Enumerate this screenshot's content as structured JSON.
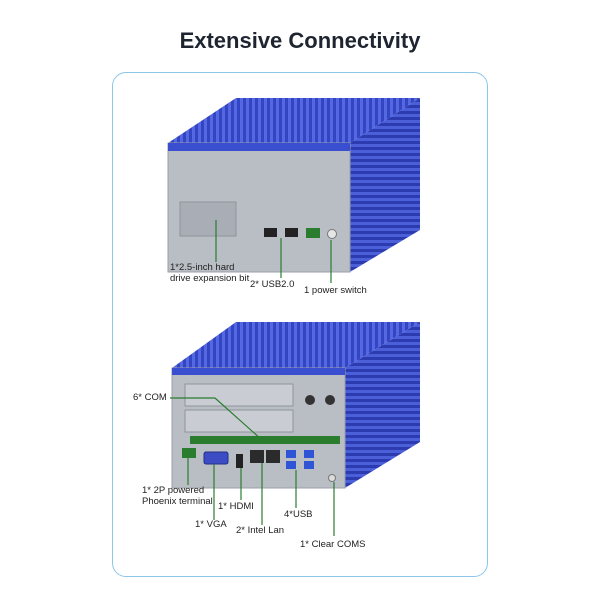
{
  "title": "Extensive Connectivity",
  "colors": {
    "accent": "#2a7d2e",
    "chassis": "#3a4fd0",
    "panel": "#b9bdc4",
    "frame": "#8cc6e8"
  },
  "top_view": {
    "labels": {
      "hdd": "1*2.5-inch hard",
      "hdd2": "drive expansion bit",
      "usb": "2* USB2.0",
      "power": "1 power switch"
    }
  },
  "bottom_view": {
    "labels": {
      "com": "6* COM",
      "phoenix1": "1* 2P powered",
      "phoenix2": "Phoenix terminal",
      "hdmi": "1* HDMI",
      "vga": "1* VGA",
      "lan": "2* Intel Lan",
      "usb": "4*USB",
      "clear": "1* Clear COMS"
    }
  }
}
